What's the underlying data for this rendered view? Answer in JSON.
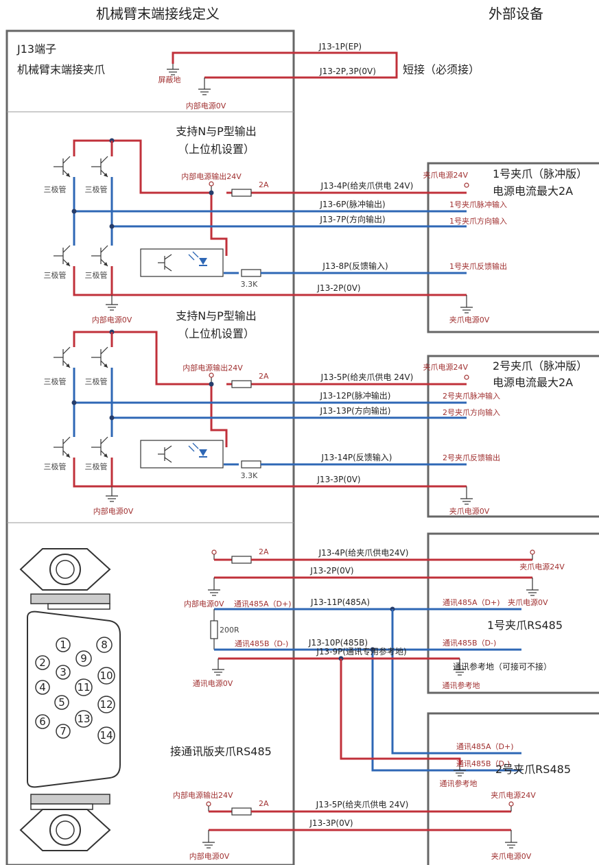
{
  "titles": {
    "left": "机械臂末端接线定义",
    "right": "外部设备"
  },
  "section1": {
    "terminal": "J13端子",
    "desc": "机械臂末端接夹爪",
    "shield": "屏蔽地",
    "gnd": "内部电源0V",
    "w1": "J13-1P(EP)",
    "w2": "J13-2P,3P(0V)",
    "note": "短接（必须接）"
  },
  "pulse1": {
    "heading1": "支持N与P型输出",
    "heading2": "（上位机设置）",
    "transistor": "三极管",
    "pwr": "内部电源输出24V",
    "fuse": "2A",
    "res": "3.3K",
    "gnd": "内部电源0V",
    "w_power": "J13-4P(给夹爪供电 24V)",
    "w_pulse": "J13-6P(脉冲输出)",
    "w_dir": "J13-7P(方向输出)",
    "w_fb": "J13-8P(反馈输入)",
    "w_gnd": "J13-2P(0V)",
    "dev_title": "1号夹爪（脉冲版）",
    "dev_sub": "电源电流最大2A",
    "dev_pwr": "夹爪电源24V",
    "dev_pulse": "1号夹爪脉冲输入",
    "dev_dir": "1号夹爪方向输入",
    "dev_fb": "1号夹爪反馈输出",
    "dev_gnd": "夹爪电源0V"
  },
  "pulse2": {
    "heading1": "支持N与P型输出",
    "heading2": "（上位机设置）",
    "transistor": "三极管",
    "pwr": "内部电源输出24V",
    "fuse": "2A",
    "res": "3.3K",
    "gnd": "内部电源0V",
    "w_power": "J13-5P(给夹爪供电 24V)",
    "w_pulse": "J13-12P(脉冲输出)",
    "w_dir": "J13-13P(方向输出)",
    "w_fb": "J13-14P(反馈输入)",
    "w_gnd": "J13-3P(0V)",
    "dev_title": "2号夹爪（脉冲版）",
    "dev_sub": "电源电流最大2A",
    "dev_pwr": "夹爪电源24V",
    "dev_pulse": "2号夹爪脉冲输入",
    "dev_dir": "2号夹爪方向输入",
    "dev_fb": "2号夹爪反馈输出",
    "dev_gnd": "夹爪电源0V"
  },
  "rs485": {
    "fuse": "2A",
    "res": "200R",
    "w_power1": "J13-4P(给夹爪供电24V)",
    "w_gnd1": "J13-2P(0V)",
    "w_a": "J13-11P(485A)",
    "w_b": "J13-10P(485B)",
    "w_ref": "J13-9P(通讯专用参考地)",
    "w_power2": "J13-5P(给夹爪供电 24V)",
    "w_gnd2": "J13-3P(0V)",
    "int_gnd": "内部电源0V",
    "a_label": "通讯485A（D+)",
    "b_label": "通讯485B（D-)",
    "comm_gnd": "通讯电源0V",
    "heading": "接通讯版夹爪RS485",
    "pwr_out": "内部电源输出24V",
    "int_gnd2": "内部电源0V",
    "g1_pwr": "夹爪电源24V",
    "g1_gnd": "夹爪电源0V",
    "g1_a": "通讯485A（D+)",
    "g1_b": "通讯485B（D-)",
    "g1_title": "1号夹爪RS485",
    "g1_ref_note": "通讯参考地（可接可不接）",
    "g1_ref": "通讯参考地",
    "g2_a": "通讯485A（D+)",
    "g2_b": "通讯485B（D-)",
    "g2_ref": "通讯参考地",
    "g2_title": "2号夹爪RS485",
    "g3_pwr": "夹爪电源24V",
    "g3_gnd": "夹爪电源0V"
  },
  "connector_pins": [
    "1",
    "2",
    "3",
    "4",
    "5",
    "6",
    "7",
    "8",
    "9",
    "10",
    "11",
    "12",
    "13",
    "14"
  ]
}
